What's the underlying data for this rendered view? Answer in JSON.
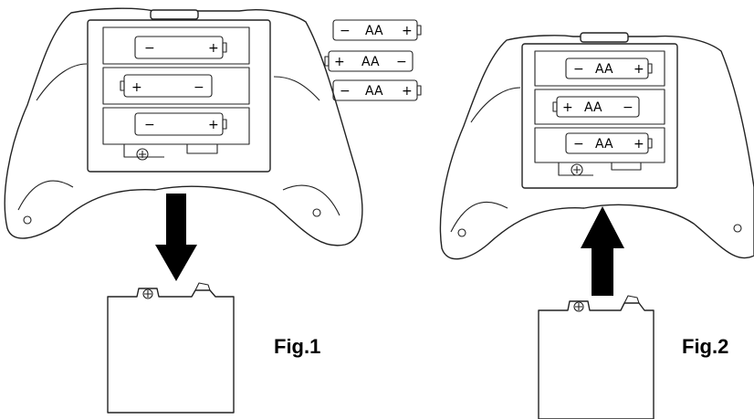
{
  "figures": [
    {
      "label": "Fig.1",
      "arrow": "down"
    },
    {
      "label": "Fig.2",
      "arrow": "up"
    }
  ],
  "battery": {
    "type_label": "AA",
    "plus": "+",
    "minus": "−"
  },
  "colors": {
    "line": "#222222",
    "arrow": "#000000",
    "background": "#ffffff"
  },
  "icons": {
    "screw": "screw-icon",
    "arrow_down": "arrow-down-icon",
    "arrow_up": "arrow-up-icon"
  }
}
